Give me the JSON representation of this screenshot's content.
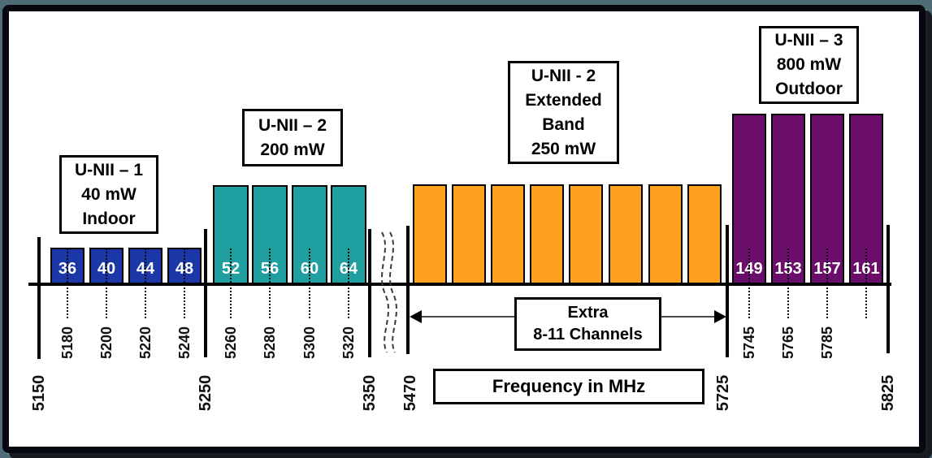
{
  "palette": {
    "background": "#4e6b76",
    "frame_border": "#07070f",
    "canvas": "#ffffff",
    "unii1_bar_color": "#1c38a8",
    "unii2_bar_color": "#1f9f9f",
    "unii2_extended_bar_color": "#ffa01e",
    "unii3_bar_color": "#6b0e6b"
  },
  "bands": [
    {
      "name": "U-NII-1",
      "label_lines": [
        "U-NII – 1",
        "40 mW",
        "Indoor"
      ],
      "bar_color": "#1c38a8",
      "channels": [
        {
          "ch": "36",
          "freq": "5180"
        },
        {
          "ch": "40",
          "freq": "5200"
        },
        {
          "ch": "44",
          "freq": "5220"
        },
        {
          "ch": "48",
          "freq": "5240"
        }
      ]
    },
    {
      "name": "U-NII-2",
      "label_lines": [
        "U-NII – 2",
        "200 mW"
      ],
      "bar_color": "#1f9f9f",
      "channels": [
        {
          "ch": "52",
          "freq": "5260"
        },
        {
          "ch": "56",
          "freq": "5280"
        },
        {
          "ch": "60",
          "freq": "5300"
        },
        {
          "ch": "64",
          "freq": "5320"
        }
      ]
    },
    {
      "name": "U-NII-2-Extended",
      "label_lines": [
        "U-NII - 2",
        "Extended",
        "Band",
        "250 mW"
      ],
      "bar_color": "#ffa01e",
      "bar_count": 8,
      "channels": []
    },
    {
      "name": "U-NII-3",
      "label_lines": [
        "U-NII – 3",
        "800 mW",
        "Outdoor"
      ],
      "bar_color": "#6b0e6b",
      "channels": [
        {
          "ch": "149",
          "freq": "5745"
        },
        {
          "ch": "153",
          "freq": "5765"
        },
        {
          "ch": "157",
          "freq": "5785"
        },
        {
          "ch": "161",
          "freq": ""
        }
      ]
    }
  ],
  "axis": {
    "boundary_labels": [
      "5150",
      "5250",
      "5350",
      "5470",
      "5725",
      "5825"
    ],
    "unit_box_label": "Frequency in MHz"
  },
  "annotations": {
    "extra_channels_line1": "Extra",
    "extra_channels_line2": "8-11 Channels"
  }
}
